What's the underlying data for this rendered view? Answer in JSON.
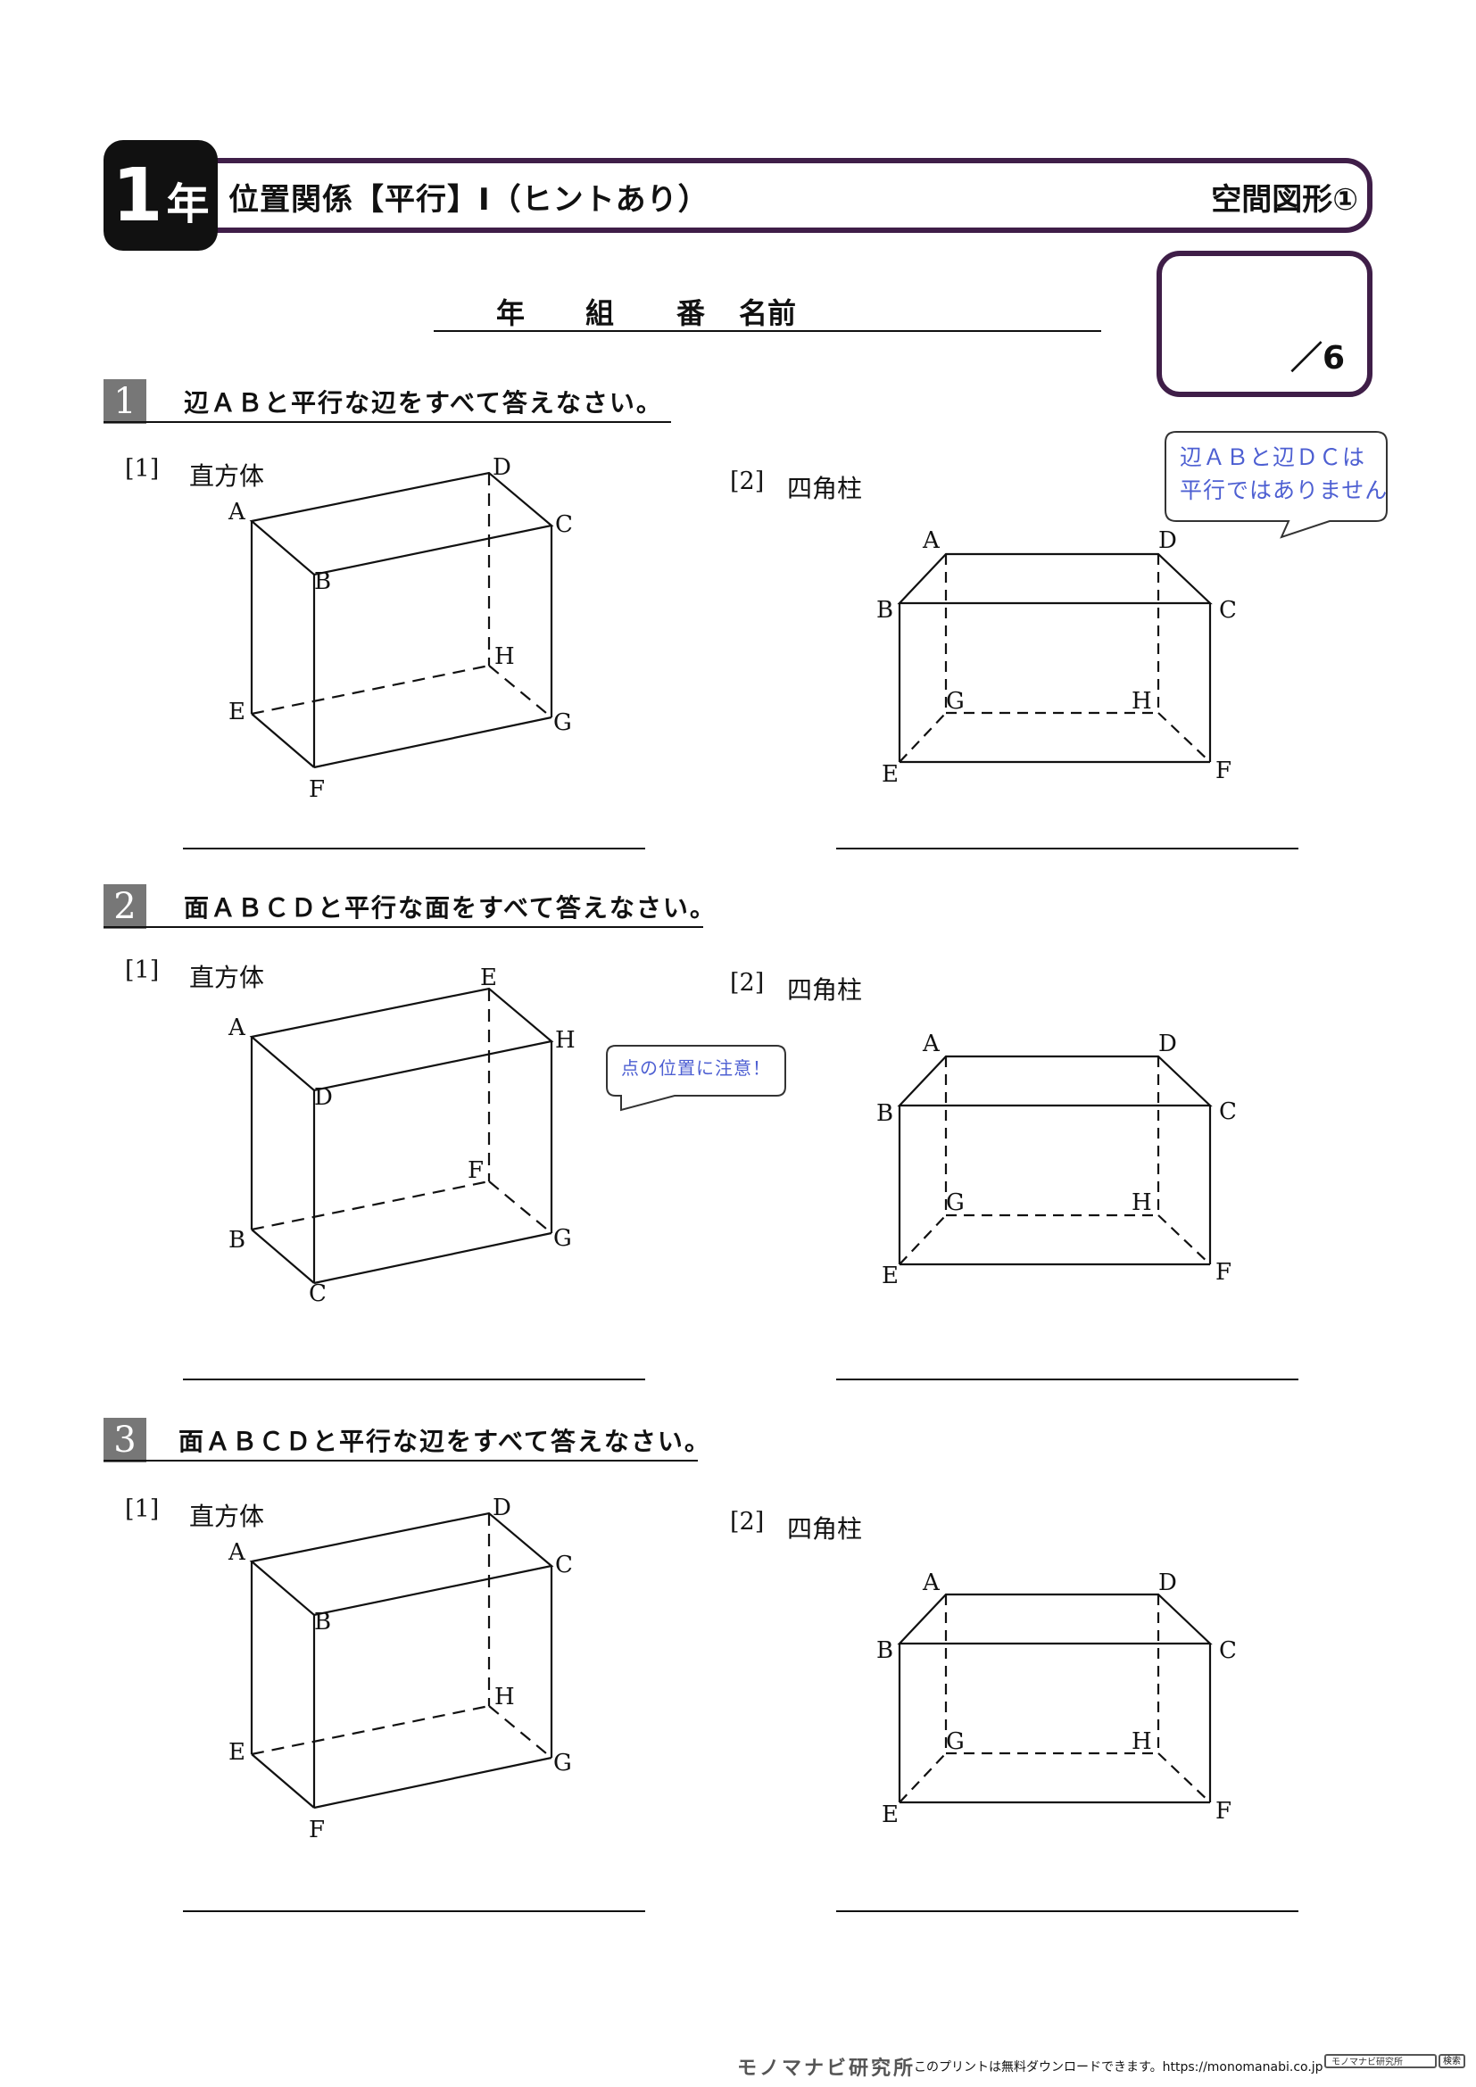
{
  "header": {
    "grade_number": "1",
    "grade_unit": "年",
    "title": "位置関係【平行】Ⅰ（ヒントあり）",
    "subtitle": "空間図形①"
  },
  "name_row": {
    "year": "年",
    "class": "組",
    "number": "番",
    "name": "名前"
  },
  "score": {
    "text": "／6"
  },
  "questions": [
    {
      "number": "1",
      "text": "辺ＡＢと平行な辺をすべて答えなさい。",
      "sub1": {
        "label": "[1]",
        "shape": "直方体",
        "vertices": [
          "A",
          "B",
          "C",
          "D",
          "E",
          "F",
          "G",
          "H"
        ]
      },
      "sub2": {
        "label": "[2]",
        "shape": "四角柱",
        "vertices": [
          "A",
          "B",
          "C",
          "D",
          "E",
          "F",
          "G",
          "H"
        ]
      },
      "hint": "辺ＡＢと辺ＤＣは平行ではありません",
      "hint_lines": [
        "辺ＡＢと辺ＤＣは",
        "平行ではありません"
      ]
    },
    {
      "number": "2",
      "text": "面ＡＢＣＤと平行な面をすべて答えなさい。",
      "sub1": {
        "label": "[1]",
        "shape": "直方体",
        "vertices": [
          "A",
          "D",
          "H",
          "E",
          "B",
          "C",
          "G",
          "F"
        ]
      },
      "sub2": {
        "label": "[2]",
        "shape": "四角柱",
        "vertices": [
          "A",
          "B",
          "C",
          "D",
          "E",
          "F",
          "G",
          "H"
        ]
      },
      "hint": "点の位置に注意！"
    },
    {
      "number": "3",
      "text": "面ＡＢＣＤと平行な辺をすべて答えなさい。",
      "sub1": {
        "label": "[1]",
        "shape": "直方体",
        "vertices": [
          "A",
          "B",
          "C",
          "D",
          "E",
          "F",
          "G",
          "H"
        ]
      },
      "sub2": {
        "label": "[2]",
        "shape": "四角柱",
        "vertices": [
          "A",
          "B",
          "C",
          "D",
          "E",
          "F",
          "G",
          "H"
        ]
      }
    }
  ],
  "footer": {
    "logo": "モノマナビ研究所",
    "text": "このプリントは無料ダウンロードできます。https://monomanabi.co.jp",
    "search_placeholder": "モノマナビ研究所",
    "search_button": "検索"
  },
  "colors": {
    "frame": "#3f1e48",
    "hint_text": "#4d5fd2",
    "question_badge": "#777777"
  }
}
